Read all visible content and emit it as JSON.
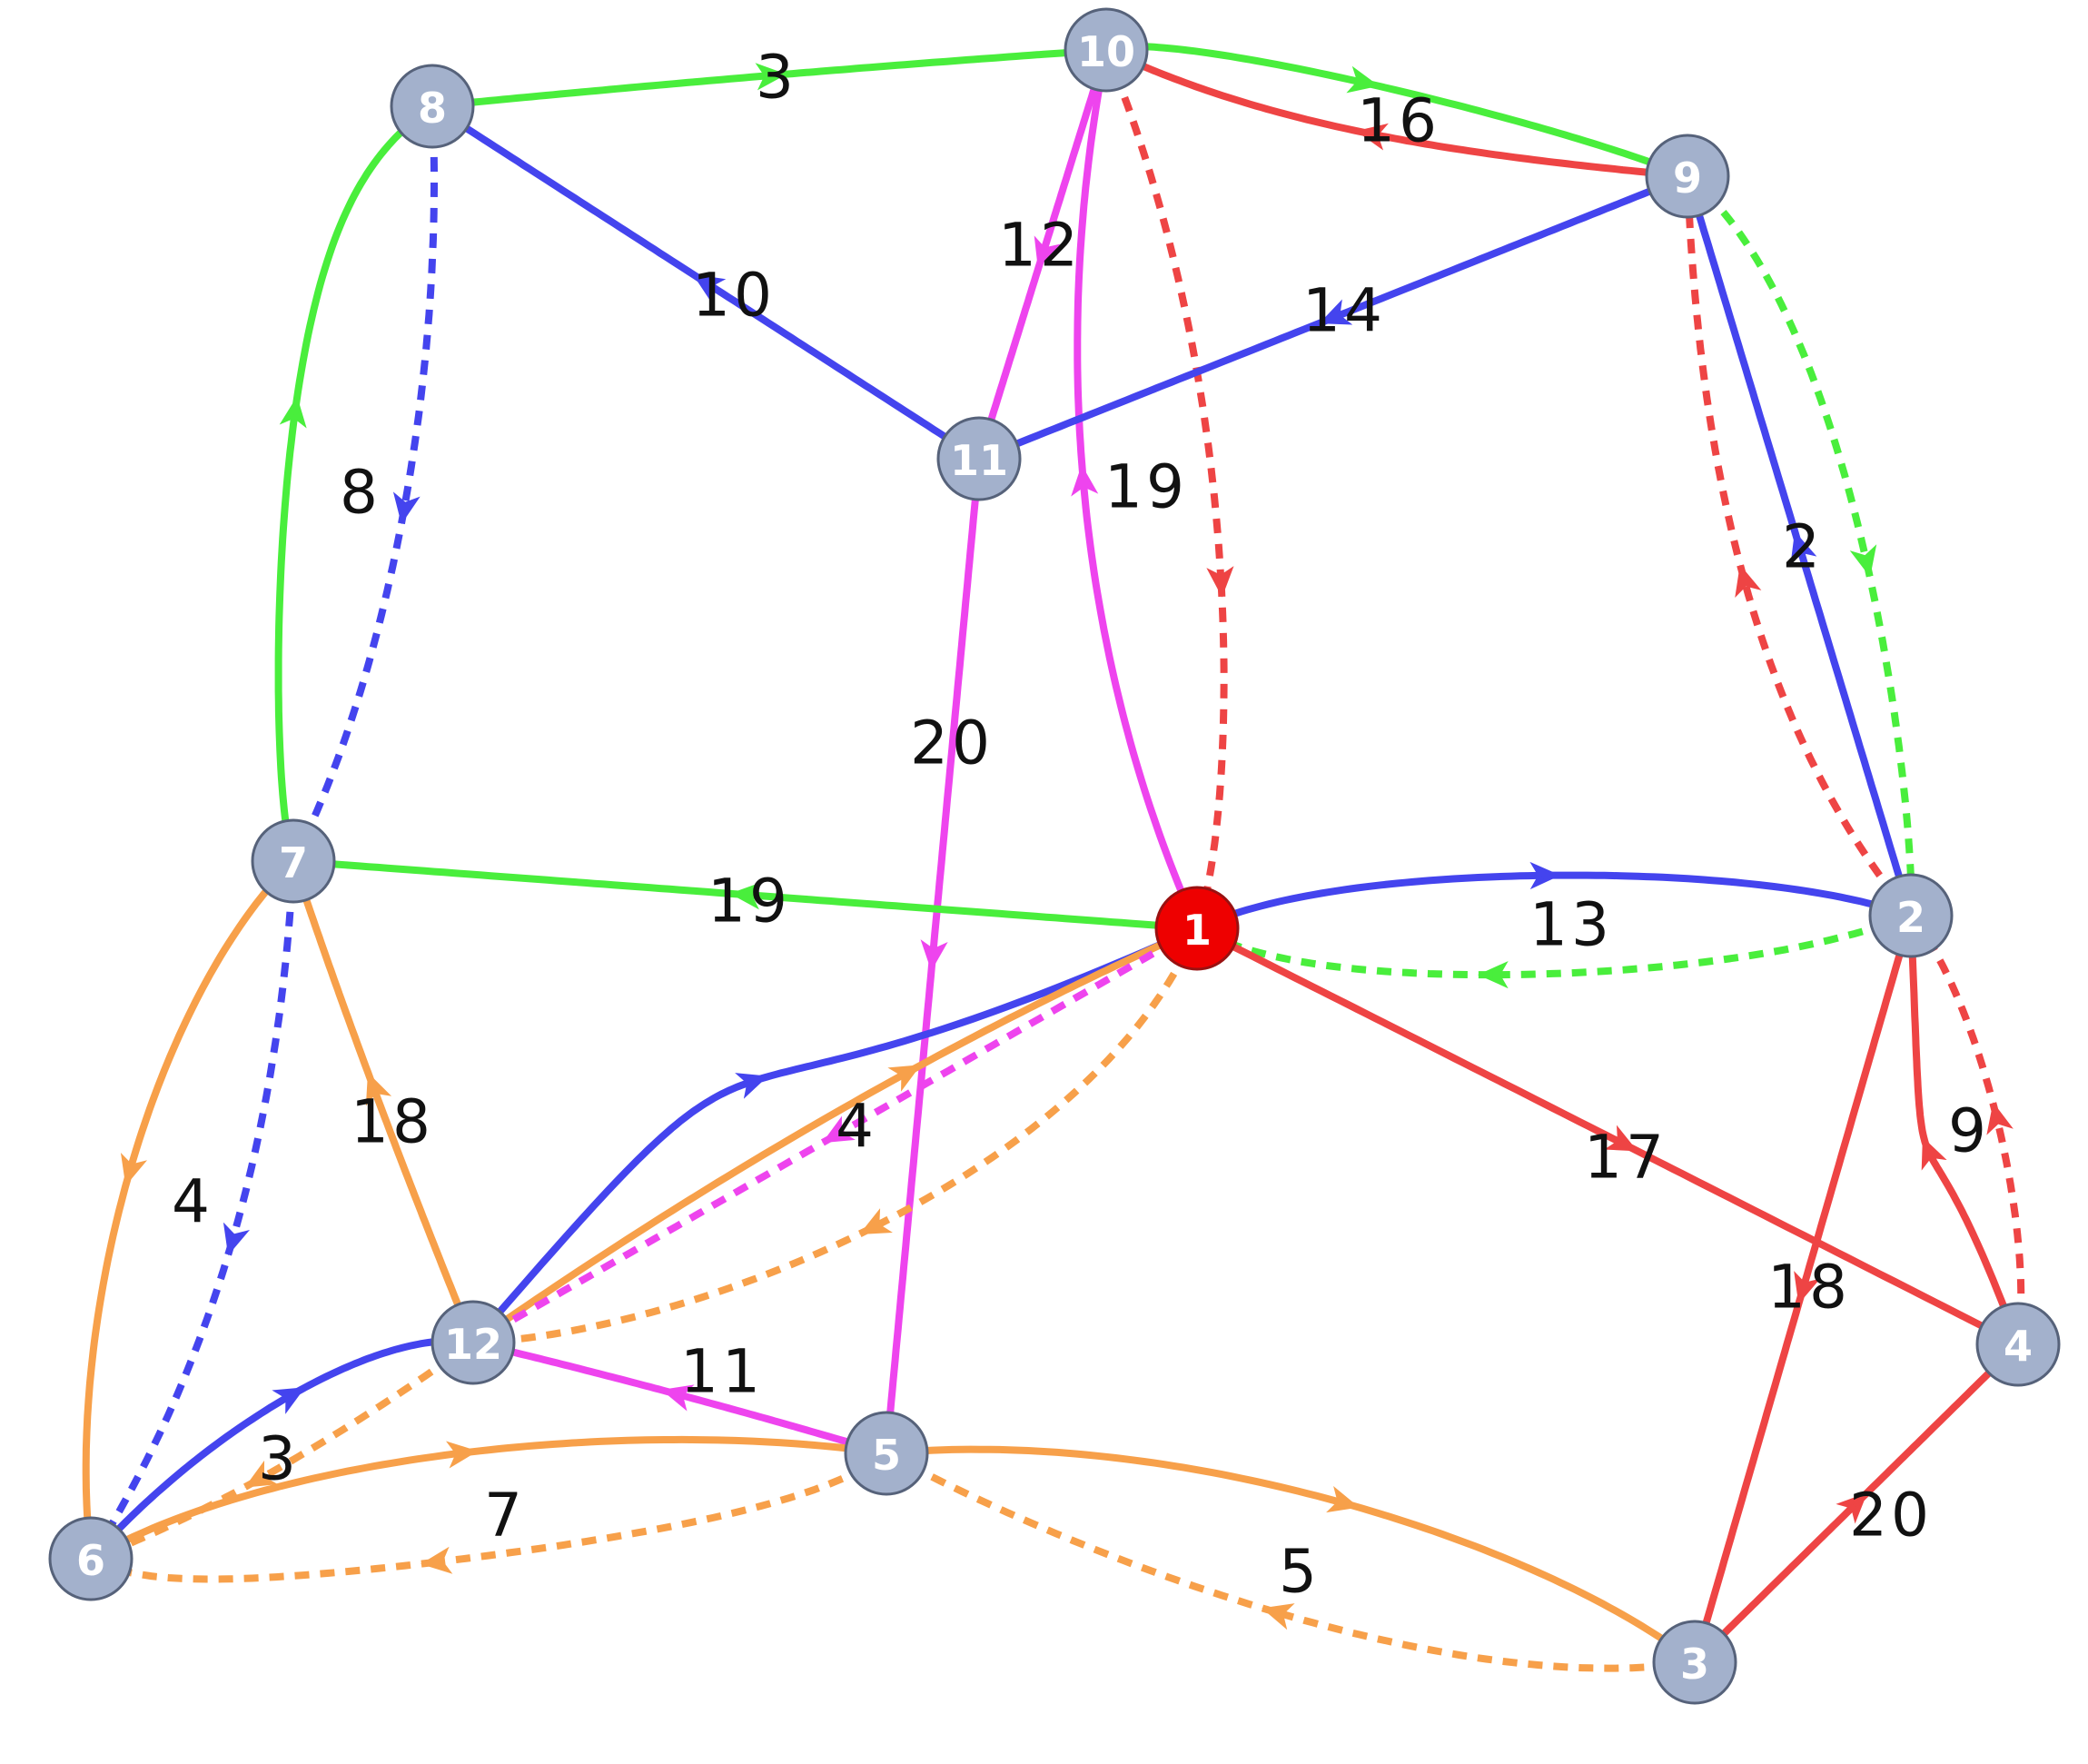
{
  "colors": {
    "background": "#ffffff",
    "node_fill": "#a3b1cc",
    "node_stroke": "#56627a",
    "root_fill": "#ee0000",
    "root_stroke": "#991111",
    "green": "#49ee3c",
    "blue": "#4444ee",
    "red": "#ee4444",
    "magenta": "#ee44ee",
    "orange": "#f7a04a"
  },
  "nodes": [
    {
      "id": "1",
      "label": "1",
      "root": true
    },
    {
      "id": "2",
      "label": "2"
    },
    {
      "id": "3",
      "label": "3"
    },
    {
      "id": "4",
      "label": "4"
    },
    {
      "id": "5",
      "label": "5"
    },
    {
      "id": "6",
      "label": "6"
    },
    {
      "id": "7",
      "label": "7"
    },
    {
      "id": "8",
      "label": "8"
    },
    {
      "id": "9",
      "label": "9"
    },
    {
      "id": "10",
      "label": "10"
    },
    {
      "id": "11",
      "label": "11"
    },
    {
      "id": "12",
      "label": "12"
    }
  ],
  "edges": [
    {
      "from": "8",
      "to": "10",
      "color": "green",
      "dashed": false,
      "weight": "3"
    },
    {
      "from": "10",
      "to": "9",
      "color": "green",
      "dashed": false,
      "weight": ""
    },
    {
      "from": "9",
      "to": "10",
      "color": "red",
      "dashed": false,
      "weight": "16"
    },
    {
      "from": "11",
      "to": "8",
      "color": "blue",
      "dashed": false,
      "weight": "10"
    },
    {
      "from": "7",
      "to": "8",
      "color": "green",
      "dashed": false,
      "weight": ""
    },
    {
      "from": "8",
      "to": "7",
      "color": "blue",
      "dashed": true,
      "weight": "8"
    },
    {
      "from": "10",
      "to": "11",
      "color": "magenta",
      "dashed": false,
      "weight": "12"
    },
    {
      "from": "1",
      "to": "10",
      "color": "magenta",
      "dashed": false,
      "weight": "19"
    },
    {
      "from": "10",
      "to": "1",
      "color": "red",
      "dashed": true,
      "weight": ""
    },
    {
      "from": "9",
      "to": "11",
      "color": "blue",
      "dashed": false,
      "weight": "14"
    },
    {
      "from": "2",
      "to": "9",
      "color": "blue",
      "dashed": false,
      "weight": "2"
    },
    {
      "from": "2",
      "to": "9",
      "color": "red",
      "dashed": true,
      "weight": ""
    },
    {
      "from": "9",
      "to": "2",
      "color": "green",
      "dashed": true,
      "weight": ""
    },
    {
      "from": "11",
      "to": "5",
      "color": "magenta",
      "dashed": false,
      "weight": "20"
    },
    {
      "from": "1",
      "to": "7",
      "color": "green",
      "dashed": false,
      "weight": "19"
    },
    {
      "from": "1",
      "to": "2",
      "color": "blue",
      "dashed": false,
      "weight": ""
    },
    {
      "from": "2",
      "to": "1",
      "color": "green",
      "dashed": true,
      "weight": "13"
    },
    {
      "from": "1",
      "to": "4",
      "color": "red",
      "dashed": false,
      "weight": "17"
    },
    {
      "from": "12",
      "to": "1",
      "color": "blue",
      "dashed": false,
      "weight": ""
    },
    {
      "from": "12",
      "to": "1",
      "color": "orange",
      "dashed": false,
      "weight": "4"
    },
    {
      "from": "1",
      "to": "12",
      "color": "magenta",
      "dashed": true,
      "weight": ""
    },
    {
      "from": "1",
      "to": "12",
      "color": "orange",
      "dashed": true,
      "weight": ""
    },
    {
      "from": "7",
      "to": "6",
      "color": "orange",
      "dashed": false,
      "weight": "4"
    },
    {
      "from": "7",
      "to": "6",
      "color": "blue",
      "dashed": true,
      "weight": ""
    },
    {
      "from": "12",
      "to": "7",
      "color": "orange",
      "dashed": false,
      "weight": "18"
    },
    {
      "from": "6",
      "to": "12",
      "color": "blue",
      "dashed": false,
      "weight": "3"
    },
    {
      "from": "12",
      "to": "6",
      "color": "orange",
      "dashed": true,
      "weight": ""
    },
    {
      "from": "5",
      "to": "12",
      "color": "magenta",
      "dashed": false,
      "weight": "11"
    },
    {
      "from": "6",
      "to": "5",
      "color": "orange",
      "dashed": false,
      "weight": ""
    },
    {
      "from": "5",
      "to": "6",
      "color": "orange",
      "dashed": true,
      "weight": "7"
    },
    {
      "from": "5",
      "to": "3",
      "color": "orange",
      "dashed": false,
      "weight": ""
    },
    {
      "from": "3",
      "to": "5",
      "color": "orange",
      "dashed": true,
      "weight": "5"
    },
    {
      "from": "2",
      "to": "3",
      "color": "red",
      "dashed": false,
      "weight": "18"
    },
    {
      "from": "3",
      "to": "4",
      "color": "red",
      "dashed": false,
      "weight": "20"
    },
    {
      "from": "4",
      "to": "2",
      "color": "red",
      "dashed": false,
      "weight": "9"
    },
    {
      "from": "4",
      "to": "2",
      "color": "red",
      "dashed": true,
      "weight": ""
    }
  ]
}
